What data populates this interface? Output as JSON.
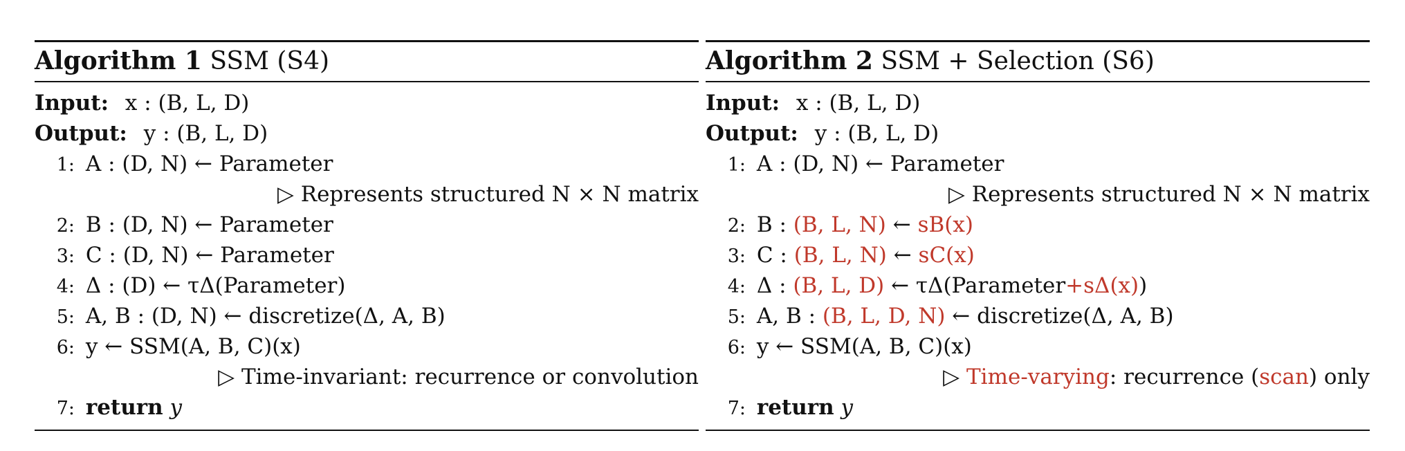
{
  "algorithm1": {
    "caption_label": "Algorithm 1",
    "caption_title": "SSM (S4)",
    "input_label": "Input:",
    "input_expr": "x : (B, L, D)",
    "output_label": "Output:",
    "output_expr": "y : (B, L, D)",
    "lines": [
      {
        "num": "1:",
        "text": "A : (D, N) ← Parameter"
      },
      {
        "comment": "▷ Represents structured N × N matrix"
      },
      {
        "num": "2:",
        "text": "B : (D, N) ← Parameter"
      },
      {
        "num": "3:",
        "text": "C : (D, N) ← Parameter"
      },
      {
        "num": "4:",
        "text": "Δ : (D) ← τΔ(Parameter)"
      },
      {
        "num": "5:",
        "text": "A, B : (D, N) ← discretize(Δ, A, B)"
      },
      {
        "num": "6:",
        "text": "y ← SSM(A, B, C)(x)"
      },
      {
        "comment": "▷ Time-invariant: recurrence or convolution"
      },
      {
        "num": "7:",
        "keyword": "return",
        "text": "y"
      }
    ]
  },
  "algorithm2": {
    "caption_label": "Algorithm 2",
    "caption_title": "SSM + Selection (S6)",
    "input_label": "Input:",
    "input_expr": "x : (B, L, D)",
    "output_label": "Output:",
    "output_expr": "y : (B, L, D)",
    "lines": [
      {
        "num": "1:",
        "text": "A : (D, N) ← Parameter"
      },
      {
        "comment": "▷ Represents structured N × N matrix"
      },
      {
        "num": "2:",
        "text": "B : (B, L, N) ← sB(x)"
      },
      {
        "num": "3:",
        "text": "C : (B, L, N) ← sC(x)"
      },
      {
        "num": "4:",
        "text": "Δ : (B, L, D) ← τΔ(Parameter+sΔ(x))"
      },
      {
        "num": "5:",
        "text": "A, B : (B, L, D, N) ← discretize(Δ, A, B)"
      },
      {
        "num": "6:",
        "text": "y ← SSM(A, B, C)(x)"
      },
      {
        "comment": "▷ Time-varying: recurrence (scan) only"
      },
      {
        "num": "7:",
        "keyword": "return",
        "text": "y"
      }
    ]
  },
  "colors": {
    "highlight": "#c0392b",
    "text": "#111111"
  }
}
